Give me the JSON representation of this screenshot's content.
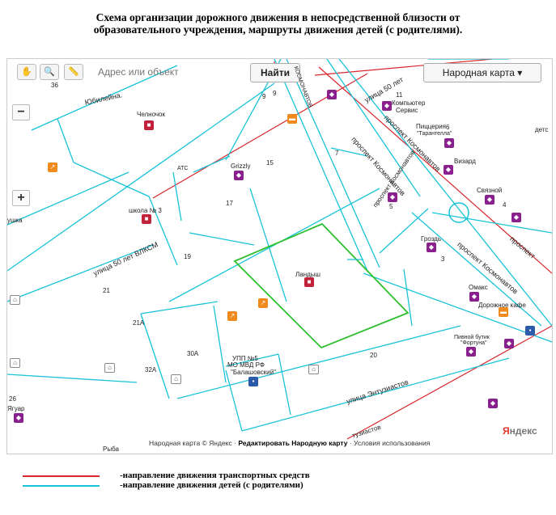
{
  "title": {
    "line1": "Схема организации дорожного движения в непосредственной близости от",
    "line2": "образовательного учреждения, маршруты движения детей (с родителями)."
  },
  "toolbar": {
    "search_placeholder": "Адрес или объект",
    "find_label": "Найти",
    "layer_label": "Народная карта ▾",
    "zoom_in": "+",
    "zoom_out": "−"
  },
  "map": {
    "streets": {
      "yubileynaya": "Юбилейна.",
      "50let_top": "улица 50 лет",
      "kosmonavtov_top": "КОСМОНАВТОВ",
      "prospekt1": "проспект Космонавтов",
      "prospekt2": "проспект Космонавтов",
      "prospekt3": "проспект Космонавтов",
      "prospekt4": "проспект",
      "vlksm": "улица 50 лет ВЛКСМ",
      "entuziastov": "улица Энтузиастов",
      "entuziastov2": "тузиастов"
    },
    "places": {
      "chelnochok": "Челночок",
      "grizzly": "Grizzly",
      "atc": "АТС",
      "school": "школа № 3",
      "landysh": "Ландыш",
      "computer1": "Компьютер",
      "computer2": "Сервис",
      "pizza1": "Пиццерия",
      "pizza2": "\"Тарантелла\"",
      "vizard": "Визард",
      "svyaznoy": "Связной",
      "grozd": "Гроздь",
      "omaks": "Омакс",
      "cafe": "Дорожное кафе",
      "beer1": "Пивной бутик",
      "beer2": "\"Фортуна\"",
      "upp1": "УПП №5",
      "upp2": "МО МВД РФ",
      "upp3": "\"Балашовский\"",
      "yaguar": "Ягуар",
      "ryba": "Рыба",
      "ushka": "ушка",
      "dets": "детс"
    },
    "numbers": {
      "n36": "36",
      "n9a": "9",
      "n9b": "9",
      "n11": "11",
      "n15": "15",
      "n7": "7",
      "n6": "6",
      "n17": "17",
      "n5": "5",
      "n4": "4",
      "n19": "19",
      "n3": "3",
      "n21": "21",
      "n21a": "21А",
      "n30a": "30А",
      "n32a": "32А",
      "n20": "20",
      "n26": "26"
    },
    "footer": {
      "part1": "Народная карта © Яндекс ·",
      "edit": "Редактировать Народную карту",
      "part3": "· Условия использования"
    },
    "logo_y": "Я",
    "logo_rest": "ндекс"
  },
  "legend": [
    {
      "color": "#d9262c",
      "text": "-направление движения транспортных средств"
    },
    {
      "color": "#19c3d8",
      "text": "-направление движения детей (с родителями)"
    }
  ]
}
